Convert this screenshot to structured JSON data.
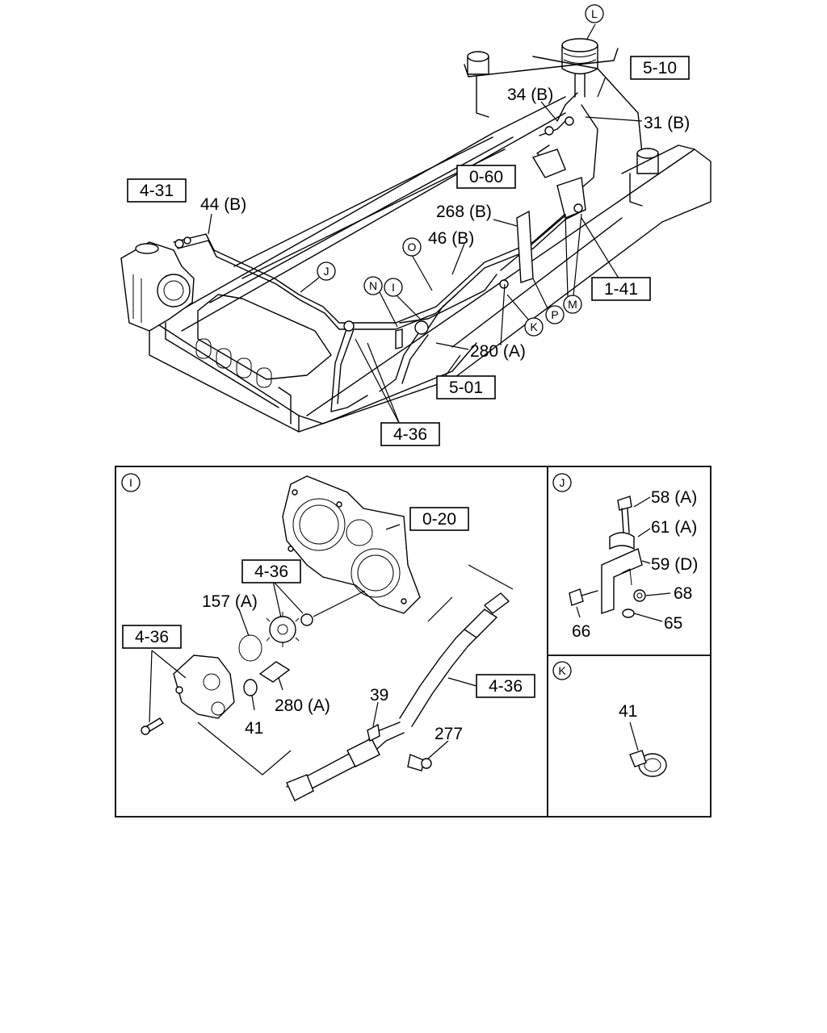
{
  "labels": {
    "box_4_31": "4-31",
    "box_0_60": "0-60",
    "box_5_10": "5-10",
    "box_1_41": "1-41",
    "box_5_01": "5-01",
    "box_4_36_top": "4-36",
    "box_0_20": "0-20",
    "box_4_36_a": "4-36",
    "box_4_36_b": "4-36",
    "box_4_36_c": "4-36",
    "p44b": "44 (B)",
    "p268b": "268 (B)",
    "p46b": "46 (B)",
    "p34b": "34 (B)",
    "p31b": "31 (B)",
    "p280a_top": "280 (A)",
    "p157a": "157 (A)",
    "p280a": "280 (A)",
    "p41_i": "41",
    "p39": "39",
    "p277": "277",
    "p58a": "58 (A)",
    "p61a": "61 (A)",
    "p59d": "59 (D)",
    "p68": "68",
    "p66": "66",
    "p65": "65",
    "p41_k": "41"
  },
  "callouts": {
    "L": "L",
    "J": "J",
    "O": "O",
    "I": "I",
    "N": "N",
    "K": "K",
    "P": "P",
    "M": "M"
  },
  "panels": {
    "I": "I",
    "J": "J",
    "K": "K"
  }
}
